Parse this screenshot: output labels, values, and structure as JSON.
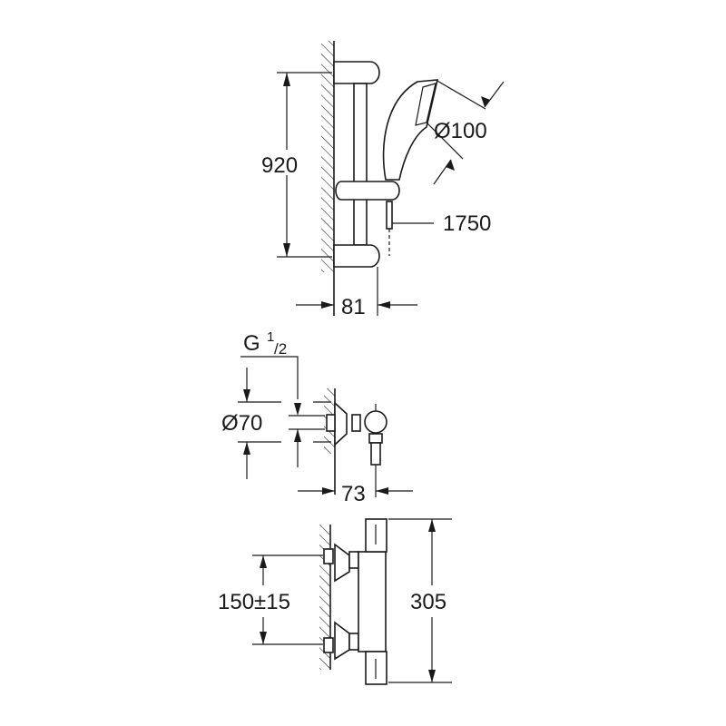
{
  "diagram": {
    "title": "Shower system dimension drawing",
    "views": [
      {
        "name": "shower-rail-set",
        "dimensions": {
          "rail_height": "920",
          "handshower_diameter": "Ø100",
          "hose_length": "1750",
          "wall_projection": "81"
        }
      },
      {
        "name": "mixer-side-view",
        "dimensions": {
          "thread": "G",
          "thread_sup": "1",
          "thread_sub": "/2",
          "rosette_diameter": "Ø70",
          "projection": "73"
        }
      },
      {
        "name": "mixer-front-view",
        "dimensions": {
          "connection_spacing": "150±15",
          "body_length": "305"
        }
      }
    ]
  }
}
